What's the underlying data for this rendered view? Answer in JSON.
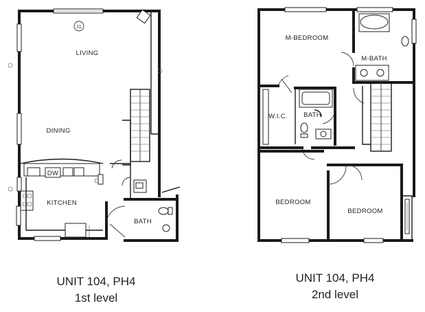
{
  "level1": {
    "caption_unit": "UNIT 104, PH4",
    "caption_level": "1st level",
    "rooms": {
      "living": "LIVING",
      "dining": "DINING",
      "kitchen": "KITCHEN",
      "bath": "BATH"
    },
    "appliance_dw": "DW",
    "marker": "11"
  },
  "level2": {
    "caption_unit": "UNIT 104, PH4",
    "caption_level": "2nd level",
    "rooms": {
      "m_bedroom": "M-BEDROOM",
      "m_bath": "M-BATH",
      "wic": "W.I.C.",
      "bath": "BATH",
      "bedroom_left": "BEDROOM",
      "bedroom_right": "BEDROOM"
    }
  }
}
